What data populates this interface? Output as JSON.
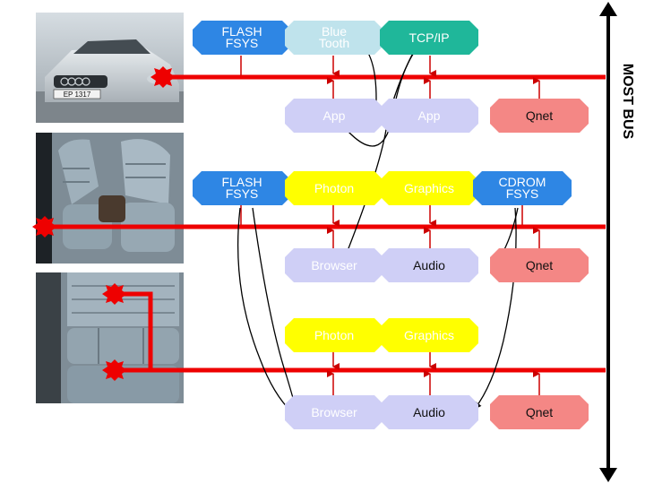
{
  "bus": {
    "label": "MOST BUS",
    "line_color": "#ff0000",
    "node_color": "#ee0000",
    "vertical_color": "#000000"
  },
  "photos": [
    {
      "name": "car-exterior-photo",
      "plate_text": "EP 1317"
    },
    {
      "name": "car-front-seats-photo"
    },
    {
      "name": "car-rear-seats-photo"
    }
  ],
  "row1": {
    "flash": "FLASH\nFSYS",
    "bluetooth": "Blue\nTooth",
    "tcpip": "TCP/IP",
    "app1": "App",
    "app2": "App",
    "qnet": "Qnet"
  },
  "row2": {
    "flash": "FLASH\nFSYS",
    "photon": "Photon",
    "graphics": "Graphics",
    "cdrom": "CDROM\nFSYS",
    "browser": "Browser",
    "audio": "Audio",
    "qnet": "Qnet"
  },
  "row3": {
    "photon": "Photon",
    "graphics": "Graphics",
    "browser": "Browser",
    "audio": "Audio",
    "qnet": "Qnet"
  },
  "colors": {
    "flash_fsys": "#2e86e4",
    "bluetooth": "#bfe3ec",
    "tcpip": "#1fb79a",
    "app": "#cfcff6",
    "qnet": "#f48785",
    "photon": "#ffff00",
    "graphics": "#ffff00",
    "arrow": "#000000"
  }
}
